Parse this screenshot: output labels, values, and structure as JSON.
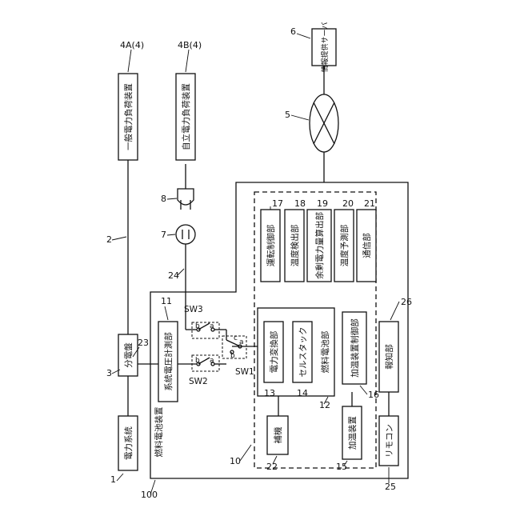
{
  "blocks": {
    "power_grid": "電力系統",
    "distribution_board": "分電盤",
    "general_load": "一般電力負荷装置",
    "independent_load": "自立電力負荷装置",
    "info_server": "情報提供サーバ",
    "grid_voltage_unit": "系統電圧計測部",
    "power_converter": "電力変換部",
    "cell_stack": "セルスタック",
    "fuel_cell_unit": "燃料電池部",
    "heater_control": "加温装置制御部",
    "notification": "報知部",
    "operation_control": "運転制御部",
    "temp_detect": "温度検出部",
    "surplus_calc": "余剰電力量算出部",
    "temp_predict": "温度予測部",
    "communication": "通信部",
    "tank": "補機",
    "heater": "加温装置",
    "remote": "リモコン",
    "fuel_cell_device": "燃料電池装置"
  },
  "refs": {
    "r1": "1",
    "r2": "2",
    "r3": "3",
    "r4a": "4A(4)",
    "r4b": "4B(4)",
    "r5": "5",
    "r6": "6",
    "r7": "7",
    "r8": "8",
    "r10": "10",
    "r11": "11",
    "r12": "12",
    "r13": "13",
    "r14": "14",
    "r15": "15",
    "r16": "16",
    "r17": "17",
    "r18": "18",
    "r19": "19",
    "r20": "20",
    "r21": "21",
    "r22": "22",
    "r23": "23",
    "r24": "24",
    "r25": "25",
    "r26": "26",
    "r100": "100"
  },
  "switches": {
    "sw1": "SW1",
    "sw2": "SW2",
    "sw3": "SW3",
    "a": "a",
    "b": "b",
    "c": "c"
  }
}
